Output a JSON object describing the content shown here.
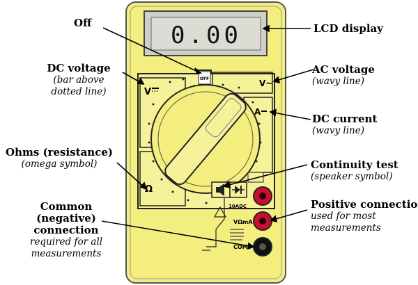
{
  "display": {
    "reading": "0.00"
  },
  "dial": {
    "off": "OFF",
    "dcv_symbol": "V",
    "acv_symbol": "V~",
    "dca_symbol": "A",
    "ohm_symbol": "Ω",
    "ten_adc": "10ADC",
    "v_ohm_ma": "VΩmA",
    "com": "COM"
  },
  "labels": {
    "off": {
      "title": "Off"
    },
    "lcd": {
      "title": "LCD display"
    },
    "dc_voltage": {
      "title": "DC voltage",
      "sub1": "(bar above",
      "sub2": "dotted line)"
    },
    "ac_voltage": {
      "title": "AC voltage",
      "sub1": "(wavy line)"
    },
    "dc_current": {
      "title": "DC current",
      "sub1": "(wavy line)"
    },
    "ohms": {
      "title": "Ohms (resistance)",
      "sub1": "(omega symbol)"
    },
    "continuity": {
      "title": "Continuity test",
      "sub1": "(speaker symbol)"
    },
    "common": {
      "title1": "Common",
      "title2": "(negative)",
      "title3": "connection",
      "sub1": "required for all",
      "sub2": "measurements"
    },
    "positive": {
      "title": "Positive connection",
      "sub1": "used for most",
      "sub2": "measurements"
    }
  },
  "colors": {
    "body": "#f3ee7e",
    "panel": "#f6f29a",
    "lcd": "#dcdcd4",
    "jack_red": "#c8102e",
    "jack_black": "#111111"
  }
}
